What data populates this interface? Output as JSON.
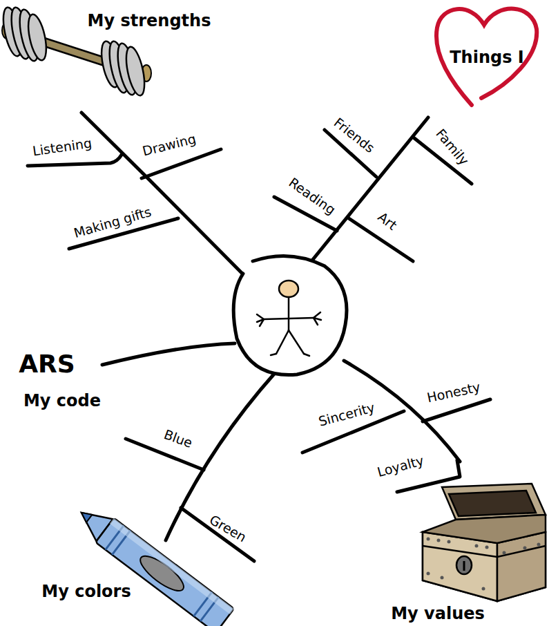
{
  "diagram": {
    "nodes": [
      {
        "text": [
          "Things I"
        ]
      }
    ],
    "labels": [
      "My strengths",
      "Listening",
      "Drawing",
      "Making gifts",
      "Friends",
      "Family",
      "Reading",
      "Art",
      "ARS",
      "My code",
      "Blue",
      "Green",
      "Sincerity",
      "Honesty",
      "Loyalty",
      "My colors",
      "My values"
    ]
  }
}
